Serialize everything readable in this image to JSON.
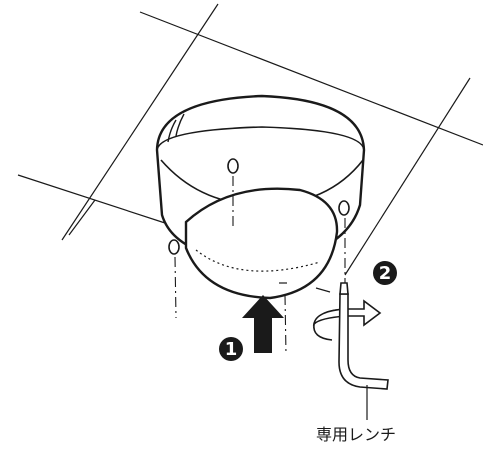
{
  "steps": [
    {
      "number": "1"
    },
    {
      "number": "2"
    }
  ],
  "labels": {
    "wrench": "専用レンチ"
  },
  "colors": {
    "line": "#1a1a1a",
    "background": "#ffffff"
  }
}
